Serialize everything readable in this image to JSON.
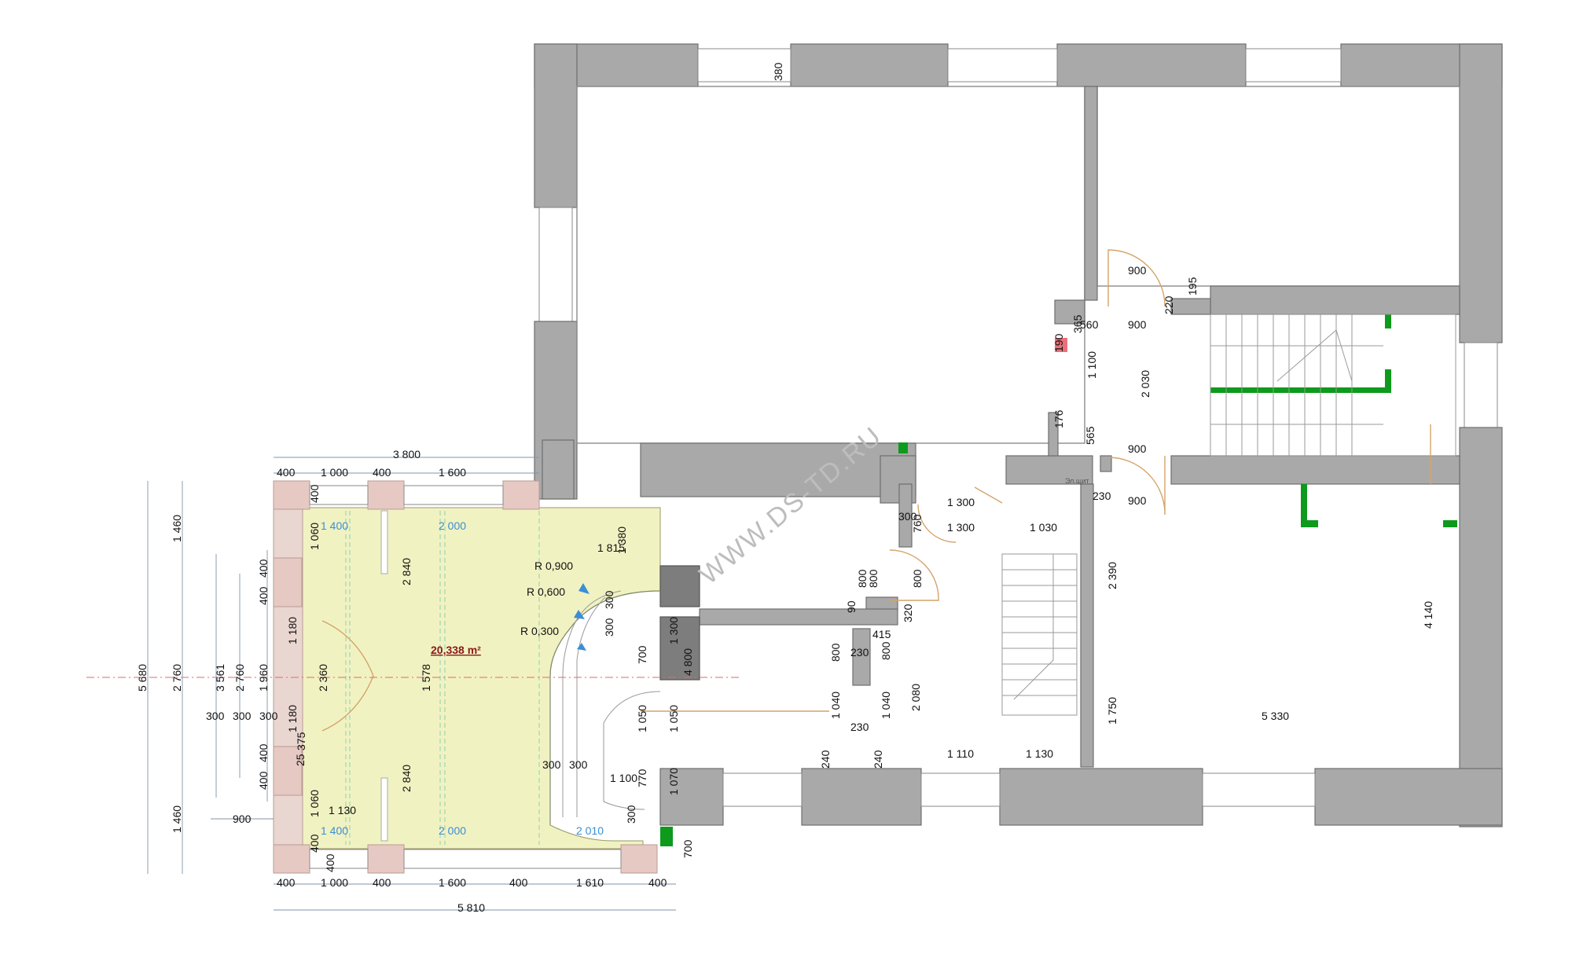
{
  "plan": {
    "watermark": "WWW.DS-TD.RU",
    "area_label": "20,338 m²",
    "small_label": "Эл.щит",
    "colors": {
      "highlight_fill": "#f1f2c2",
      "wall_fill": "#a9a9a9",
      "door_color": "#d4a46a",
      "dimension_color": "#7f95a8",
      "accent_green": "#0e9a1c",
      "accent_red": "#e9707a"
    }
  },
  "dims": {
    "top_total": "3 800",
    "top_row": [
      "400",
      "1 000",
      "400",
      "1 600"
    ],
    "bottom_row": [
      "400",
      "1 000",
      "400",
      "1 600",
      "400",
      "1 610",
      "400"
    ],
    "bottom_total": "5 810",
    "left_outer_total": "5 680",
    "left_col_a": [
      "1 460",
      "2 760",
      "1 460"
    ],
    "left_col_b": [
      "3 561",
      "2 760"
    ],
    "left_small": [
      "400",
      "400",
      "1 960",
      "400",
      "400"
    ],
    "left_300": [
      "300",
      "300",
      "300"
    ],
    "left_900": "900",
    "inner_blue_top": [
      "1 400",
      "2 000"
    ],
    "inner_blue_bottom": [
      "1 400",
      "2 000",
      "2 010"
    ],
    "inner_misc": [
      "1 060",
      "400",
      "2 840",
      "1 180",
      "2 360",
      "1 578",
      "1 180",
      "25",
      "375",
      "2 840",
      "1 060",
      "1 130",
      "400",
      "400"
    ],
    "radii": [
      "R 0,900",
      "R 0,600",
      "R 0,300"
    ],
    "curve_dims": [
      "1 815",
      "1 380",
      "300",
      "300",
      "700",
      "1 300",
      "4 800",
      "1 050",
      "1 050",
      "300",
      "300",
      "1 100",
      "770",
      "1 070",
      "300",
      "700"
    ],
    "center_dims": [
      "1 300",
      "1 300",
      "1 030",
      "300",
      "760",
      "800",
      "800",
      "800",
      "90",
      "320",
      "415",
      "800",
      "230",
      "800",
      "2 080",
      "1 040",
      "230",
      "1 040",
      "240",
      "240",
      "1 110",
      "1 130"
    ],
    "right_dims": [
      "380",
      "900",
      "195",
      "220",
      "560",
      "900",
      "365",
      "190",
      "1 100",
      "2 030",
      "176",
      "565",
      "900",
      "230",
      "900",
      "2 390",
      "1 750",
      "5 330",
      "4 140"
    ]
  }
}
